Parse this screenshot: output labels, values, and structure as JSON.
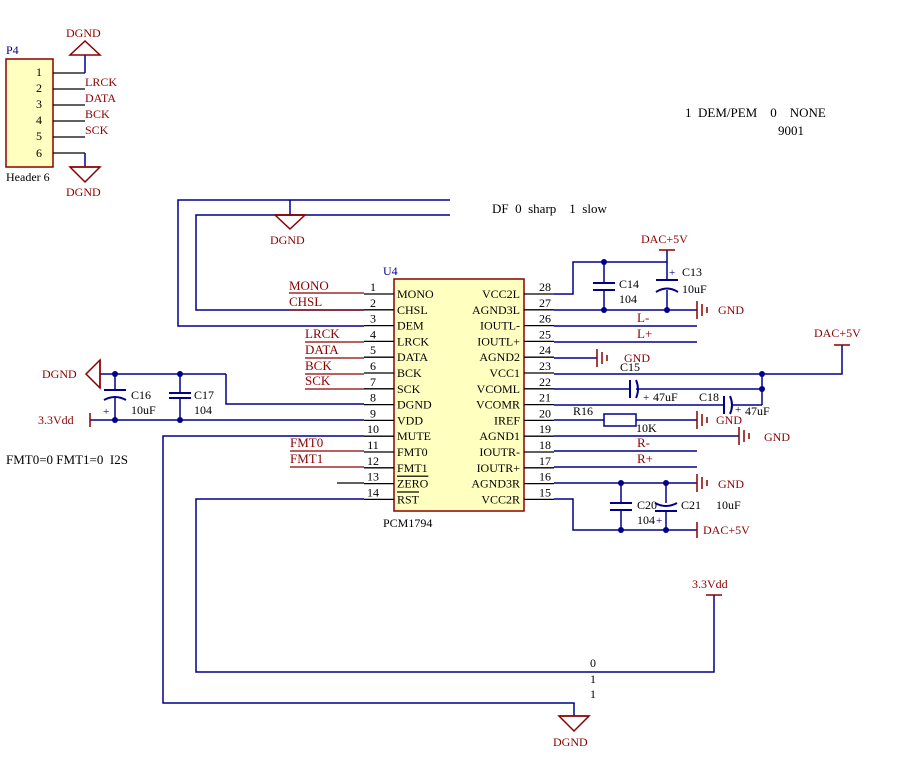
{
  "header": {
    "ref": "P4",
    "name": "Header 6",
    "pins": [
      "1",
      "2",
      "3",
      "4",
      "5",
      "6"
    ],
    "nets": [
      "LRCK",
      "DATA",
      "BCK",
      "SCK"
    ]
  },
  "ic": {
    "ref": "U4",
    "part": "PCM1794",
    "left_pins": [
      {
        "num": "1",
        "name": "MONO"
      },
      {
        "num": "2",
        "name": "CHSL"
      },
      {
        "num": "3",
        "name": "DEM"
      },
      {
        "num": "4",
        "name": "LRCK"
      },
      {
        "num": "5",
        "name": "DATA"
      },
      {
        "num": "6",
        "name": "BCK"
      },
      {
        "num": "7",
        "name": "SCK"
      },
      {
        "num": "8",
        "name": "DGND"
      },
      {
        "num": "9",
        "name": "VDD"
      },
      {
        "num": "10",
        "name": "MUTE"
      },
      {
        "num": "11",
        "name": "FMT0"
      },
      {
        "num": "12",
        "name": "FMT1"
      },
      {
        "num": "13",
        "name": "ZERO"
      },
      {
        "num": "14",
        "name": "RST"
      }
    ],
    "right_pins": [
      {
        "num": "28",
        "name": "VCC2L"
      },
      {
        "num": "27",
        "name": "AGND3L"
      },
      {
        "num": "26",
        "name": "IOUTL-"
      },
      {
        "num": "25",
        "name": "IOUTL+"
      },
      {
        "num": "24",
        "name": "AGND2"
      },
      {
        "num": "23",
        "name": "VCC1"
      },
      {
        "num": "22",
        "name": "VCOML"
      },
      {
        "num": "21",
        "name": "VCOMR"
      },
      {
        "num": "20",
        "name": "IREF"
      },
      {
        "num": "19",
        "name": "AGND1"
      },
      {
        "num": "18",
        "name": "IOUTR-"
      },
      {
        "num": "17",
        "name": "IOUTR+"
      },
      {
        "num": "16",
        "name": "AGND3R"
      },
      {
        "num": "15",
        "name": "VCC2R"
      }
    ]
  },
  "left_nets": [
    "MONO",
    "CHSL",
    "LRCK",
    "DATA",
    "BCK",
    "SCK",
    "FMT0",
    "FMT1"
  ],
  "output_nets": [
    "L-",
    "L+",
    "R-",
    "R+"
  ],
  "power": {
    "dgnd": "DGND",
    "gnd": "GND",
    "dac5v": "DAC+5V",
    "vdd33": "3.3Vdd"
  },
  "components": {
    "c13": {
      "ref": "C13",
      "value": "10uF"
    },
    "c14": {
      "ref": "C14",
      "value": "104"
    },
    "c15": {
      "ref": "C15",
      "value": "47uF"
    },
    "c16": {
      "ref": "C16",
      "value": "10uF"
    },
    "c17": {
      "ref": "C17",
      "value": "104"
    },
    "c18": {
      "ref": "C18",
      "value": "47uF"
    },
    "c20": {
      "ref": "C20",
      "value": "104"
    },
    "c21": {
      "ref": "C21",
      "value": "10uF"
    },
    "r16": {
      "ref": "R16",
      "value": "10K"
    }
  },
  "notes": {
    "dem_line1": "1  DEM/PEM    0    NONE",
    "dem_line2": "9001",
    "df": "DF  0  sharp    1  slow",
    "fmt": "FMT0=0 FMT1=0  I2S",
    "zero": "0",
    "one_a": "1",
    "one_b": "1"
  },
  "colors": {
    "wire": "#00008B",
    "power": "#8B0000",
    "body_fill": "#FFFFC0",
    "text": "#000000",
    "component": "#00008B"
  }
}
